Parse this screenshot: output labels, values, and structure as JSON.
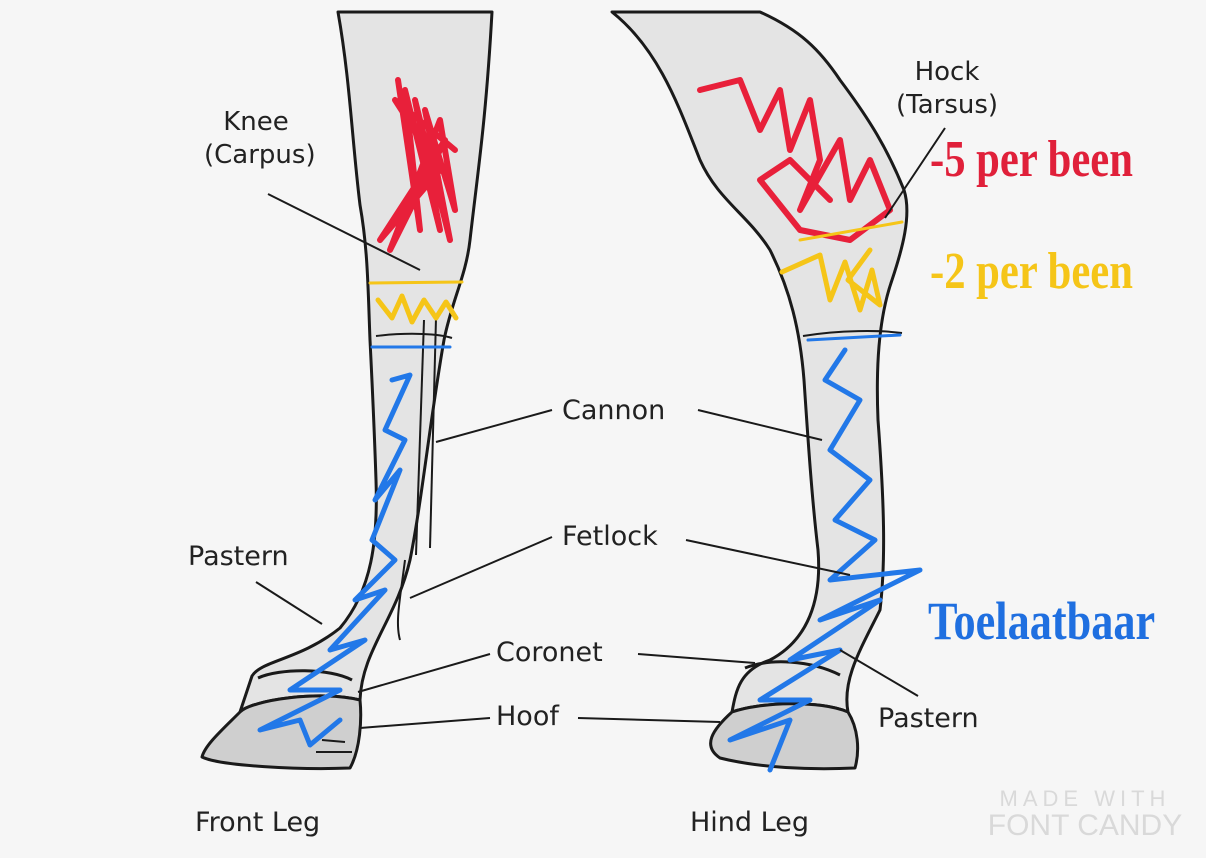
{
  "labels": {
    "knee": "Knee",
    "carpus": "(Carpus)",
    "hock": "Hock",
    "tarsus": "(Tarsus)",
    "cannon": "Cannon",
    "fetlock": "Fetlock",
    "pastern_front": "Pastern",
    "pastern_hind": "Pastern",
    "coronet": "Coronet",
    "hoof": "Hoof",
    "front_leg": "Front Leg",
    "hind_leg": "Hind Leg"
  },
  "annotations": {
    "red": {
      "text": "-5 per been",
      "color": "#e0203a"
    },
    "yellow": {
      "text": "-2 per been",
      "color": "#f5c518"
    },
    "blue": {
      "text": "Toelaatbaar",
      "color": "#1f6fe0"
    }
  },
  "watermark": {
    "line1": "MADE WITH",
    "line2": "FONT CANDY"
  },
  "colors": {
    "leg_fill": "#e4e4e4",
    "outline": "#1a1a1a",
    "hoof_fill": "#cfcfcf"
  }
}
